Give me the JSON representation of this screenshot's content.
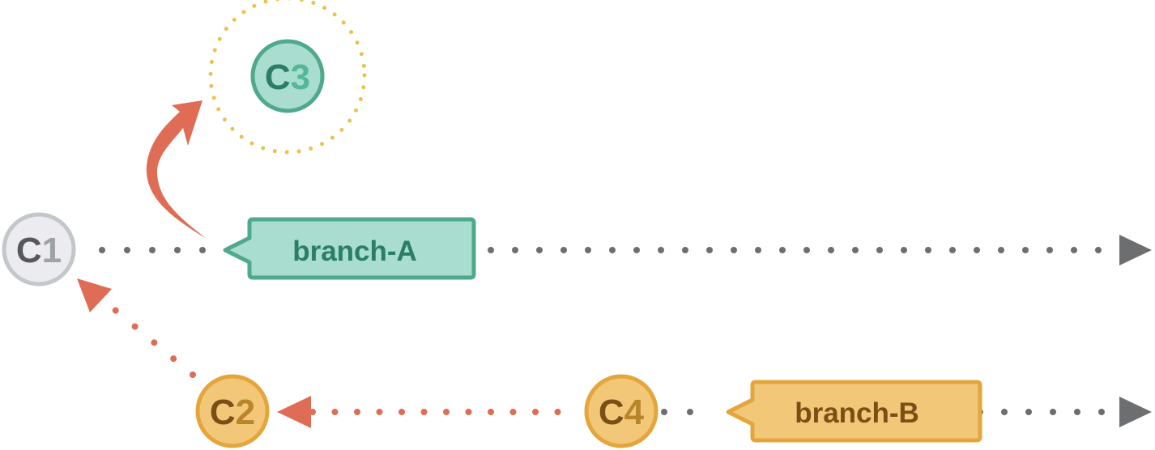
{
  "commits": {
    "c1": {
      "prefix": "C",
      "num": "1"
    },
    "c2": {
      "prefix": "C",
      "num": "2"
    },
    "c3": {
      "prefix": "C",
      "num": "3"
    },
    "c4": {
      "prefix": "C",
      "num": "4"
    }
  },
  "branches": {
    "a": "branch-A",
    "b": "branch-B"
  },
  "colors": {
    "gray_fill": "#ececf0",
    "gray_stroke": "#c3c6cb",
    "gray_text": "#55595d",
    "gray_text_light": "#9ea2a6",
    "green_fill": "#a8ddd0",
    "green_stroke": "#4fa98d",
    "green_text": "#2b7e63",
    "green_text_light": "#52b896",
    "orange_fill": "#f2c777",
    "orange_stroke": "#e4a53d",
    "orange_text": "#7a4f15",
    "orange_text_light": "#b9852a",
    "red_arrow": "#df6d55",
    "dots_dark": "#6d6e70",
    "dots_yellow": "#e8c34f"
  }
}
